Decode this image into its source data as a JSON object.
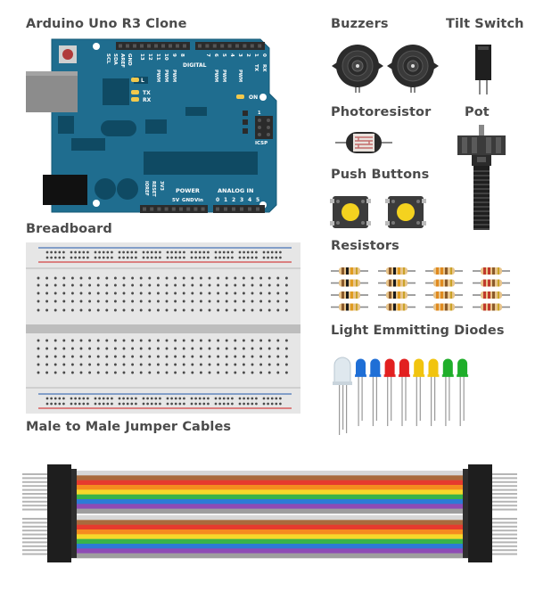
{
  "titles": {
    "arduino": "Arduino Uno R3 Clone",
    "buzzers": "Buzzers",
    "tilt": "Tilt Switch",
    "photoresistor": "Photoresistor",
    "pot": "Pot",
    "pushbuttons": "Push Buttons",
    "breadboard": "Breadboard",
    "resistors": "Resistors",
    "leds": "Light Emmitting Diodes",
    "cables": "Male to Male Jumper Cables"
  },
  "board": {
    "top_pin_labels": [
      "SCL",
      "SDA",
      "AREF",
      "GND",
      "13",
      "12",
      "11",
      "10",
      "9",
      "8",
      "7",
      "6",
      "5",
      "4",
      "3",
      "2",
      "1",
      "0"
    ],
    "pwm": "PWM",
    "digital": "DIGITAL",
    "tx": "TX",
    "rx": "RX",
    "tx_led": "TX",
    "rx_led": "RX",
    "l_led": "L",
    "on_led": "ON",
    "icsp": "ICSP",
    "icsp_pin": "1",
    "power": "POWER",
    "analog_in": "ANALOG IN",
    "bottom_left_labels": [
      "IOREF",
      "RESET",
      "3V3",
      "5V",
      "GND",
      "Vin"
    ],
    "analog_pins": [
      "0",
      "1",
      "2",
      "3",
      "4",
      "5"
    ]
  },
  "colors": {
    "pcb": "#1f6d8f",
    "pcb_dark": "#0f4a63",
    "header": "#2b2b2b",
    "led_yellow": "#f2c94c",
    "button_yellow": "#f4d21f",
    "breadboard": "#e6e6e6",
    "rail_red": "#d33d3d",
    "rail_blue": "#3f6fb5"
  },
  "led_colors": [
    "#d9e4ec",
    "#1f6fd6",
    "#1f6fd6",
    "#e22020",
    "#e22020",
    "#f1c40f",
    "#f1c40f",
    "#1fae2a",
    "#1fae2a"
  ],
  "cable_colors": [
    "#d7d7d7",
    "#a96a3d",
    "#e63a2e",
    "#f58b1f",
    "#f6d82a",
    "#38b34a",
    "#2c7bd6",
    "#8e4bb5",
    "#9e9e9e"
  ]
}
